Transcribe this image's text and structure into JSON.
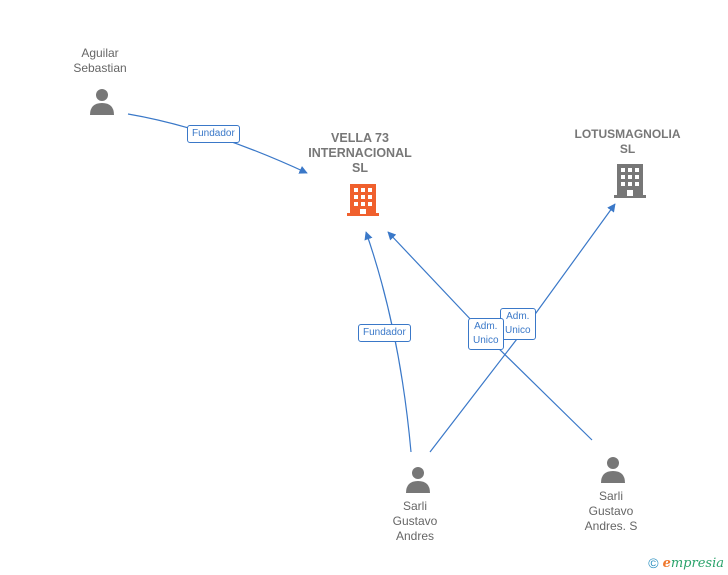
{
  "nodes": {
    "aguilar": {
      "label": "Aguilar\nSebastian"
    },
    "vella": {
      "label": "VELLA 73\nINTERNACIONAL\nSL"
    },
    "lotus": {
      "label": "LOTUSMAGNOLIA\nSL"
    },
    "sarli": {
      "label": "Sarli\nGustavo\nAndres"
    },
    "sarli_s": {
      "label": "Sarli\nGustavo\nAndres.  S"
    }
  },
  "edges": {
    "aguilar_vella": {
      "label": "Fundador"
    },
    "sarli_vella": {
      "label": "Fundador"
    },
    "sarli_s_vella": {
      "label": "Adm.\nUnico"
    },
    "sarli_lotus": {
      "label": "Adm.\nUnico"
    }
  },
  "colors": {
    "edge": "#3a78c8",
    "person": "#777777",
    "company": "#777777",
    "focus_company": "#f0602d"
  },
  "footer": {
    "copyright": "©",
    "brand_initial": "e",
    "brand_rest": "mpresia"
  }
}
